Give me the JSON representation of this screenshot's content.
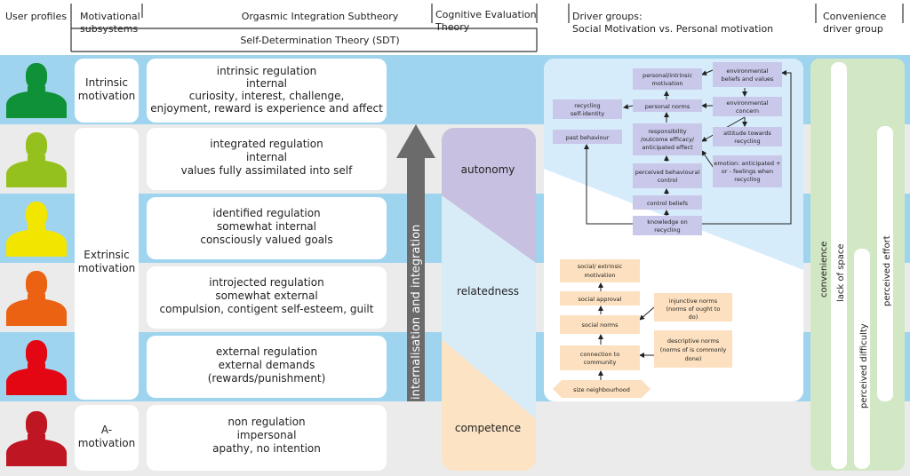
{
  "header": {
    "user_profiles": "User profiles",
    "motivational_subsystems": [
      "Motivational",
      "subsystems"
    ],
    "oit": "Orgasmic Integration Subtheory",
    "sdt": "Self-Determination Theory (SDT)",
    "cet": [
      "Cognitive Evaluation",
      "Theory"
    ],
    "driver_groups": [
      "Driver groups:",
      "Social Motivation vs. Personal motivation"
    ],
    "convenience_group": [
      "Convenience",
      "driver group"
    ]
  },
  "colors": {
    "row_blue": "#9fd4ef",
    "row_grey": "#ebebeb",
    "profile_colors": [
      "#0f9138",
      "#95c11e",
      "#f2e500",
      "#ea6212",
      "#e30613",
      "#be1622"
    ],
    "autonomy": "#c7c0e0",
    "relatedness": "#d8ecf8",
    "competence": "#fce3c4",
    "arrow": "#6b6b6b",
    "personal_box": "#c9c8ea",
    "social_box": "#fce0bf",
    "convenience": "#d2e8c4"
  },
  "subsystems": {
    "intrinsic": [
      "Intrinsic",
      "motivation"
    ],
    "extrinsic": [
      "Extrinsic",
      "motivation"
    ],
    "amotivation": [
      "A-",
      "motivation"
    ]
  },
  "regulations": [
    [
      "intrinsic regulation",
      "internal",
      "curiosity, interest, challenge,",
      "enjoyment, reward is experience and affect"
    ],
    [
      "integrated regulation",
      "internal",
      "values fully assimilated into self"
    ],
    [
      "identified regulation",
      "somewhat internal",
      "consciously valued goals"
    ],
    [
      "introjected regulation",
      "somewhat external",
      "compulsion, contigent self-esteem, guilt"
    ],
    [
      "external regulation",
      "external demands",
      "(rewards/punishment)"
    ],
    [
      "non regulation",
      "impersonal",
      "apathy, no intention"
    ]
  ],
  "internalisation_label": "internalisation and integration",
  "cet_needs": {
    "autonomy": "autonomy",
    "relatedness": "relatedness",
    "competence": "competence"
  },
  "personal_nodes": {
    "personal_intrinsic": [
      "personal/intrinsic",
      "motivation"
    ],
    "personal_norms": [
      "personal norms"
    ],
    "responsibility": [
      "responsibility",
      "/outcome efficacy/",
      "anticipated effect"
    ],
    "perceived_control": [
      "perceived behavioural",
      "control"
    ],
    "control_beliefs": [
      "control beliefs"
    ],
    "knowledge": [
      "knowledge on",
      "recycling"
    ],
    "recycling_identity": [
      "recycling",
      "self-identity"
    ],
    "past_behaviour": [
      "past behaviour"
    ],
    "env_beliefs": [
      "environmental",
      "beliefs and values"
    ],
    "env_concern": [
      "environmental",
      "concern"
    ],
    "attitude": [
      "attitude towards",
      "recycling"
    ],
    "emotion": [
      "emotion: anticipated +",
      "or - feelings when",
      "recycling"
    ]
  },
  "social_nodes": {
    "social_extrinsic": [
      "social/ extrinsic",
      "motivation"
    ],
    "social_approval": [
      "social approval"
    ],
    "social_norms": [
      "social norms"
    ],
    "connection": [
      "connection to",
      "community"
    ],
    "size": [
      "size neighbourhood"
    ],
    "injunctive": [
      "injunctive norms",
      "(norms of ought to",
      "do)"
    ],
    "descriptive": [
      "descriptive norms",
      "(norms of is commonly",
      "done)"
    ]
  },
  "convenience_bars": [
    "convenience",
    "lack of space",
    "perceived difficulty",
    "perceived effort"
  ]
}
